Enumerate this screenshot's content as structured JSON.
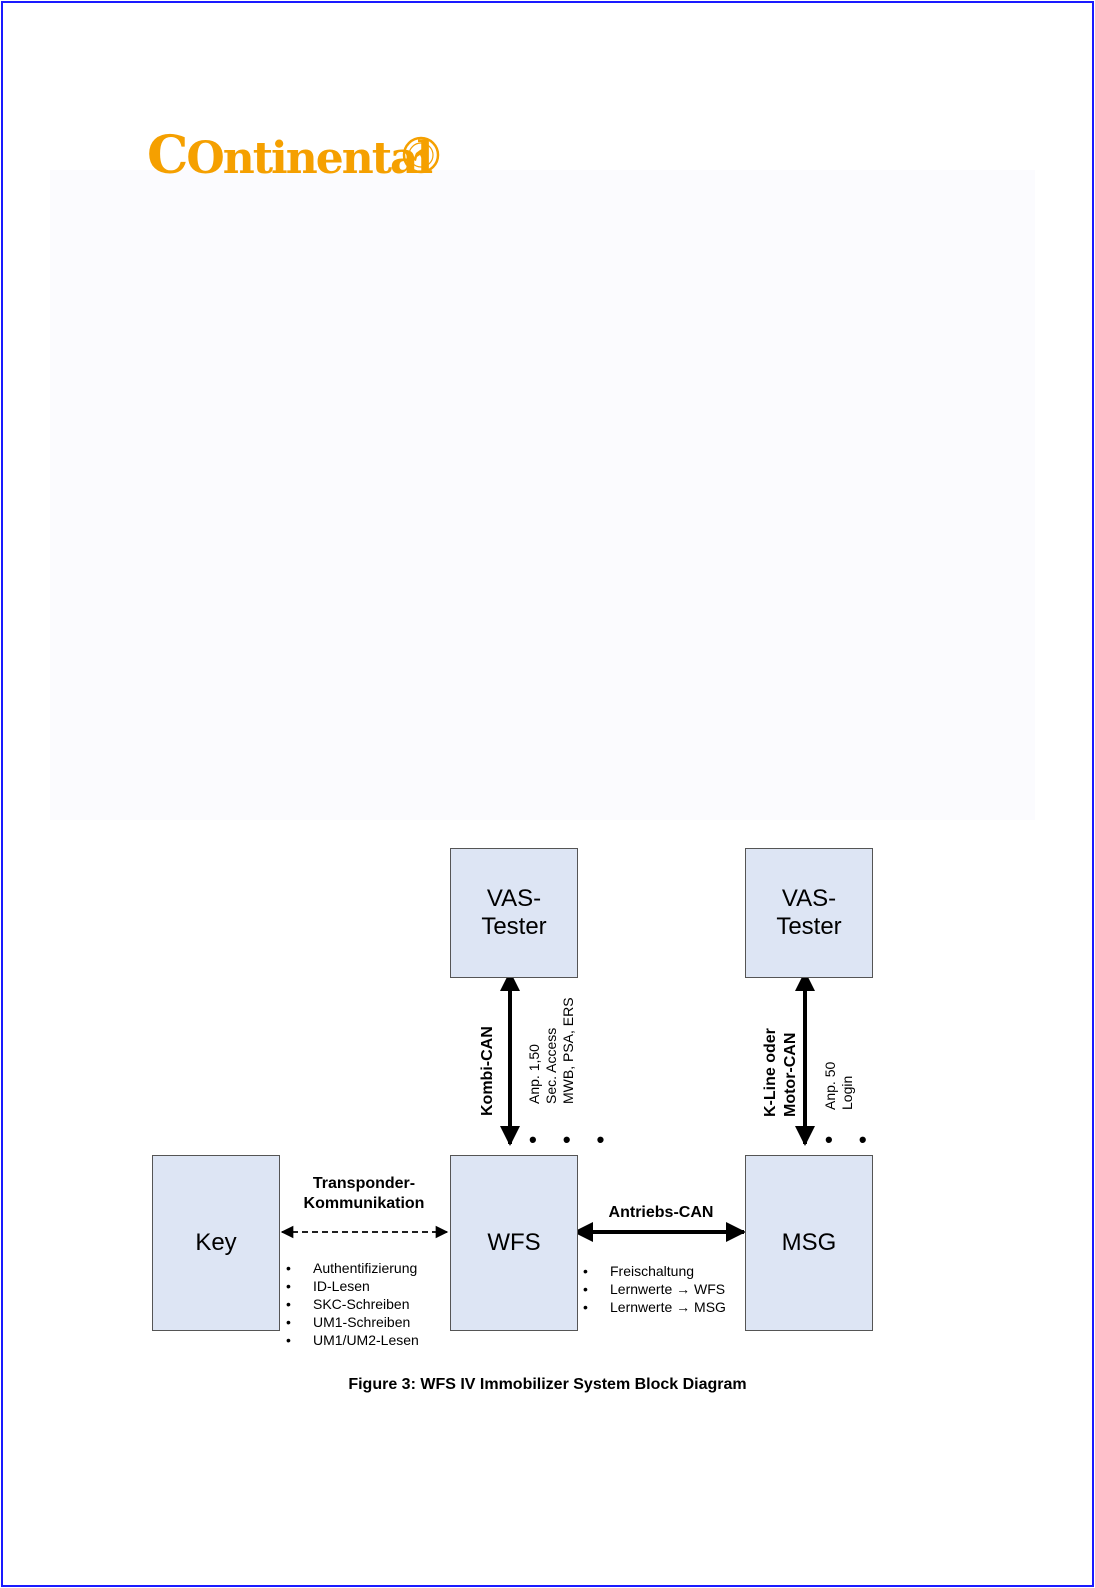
{
  "logo": {
    "text": "Ontinental",
    "initial": "C",
    "emblem": "horse-emblem-icon"
  },
  "diagram": {
    "boxes": {
      "vas_tester_1": {
        "line1": "VAS-",
        "line2": "Tester"
      },
      "vas_tester_2": {
        "line1": "VAS-",
        "line2": "Tester"
      },
      "key": "Key",
      "wfs": "WFS",
      "msg": "MSG"
    },
    "links": {
      "kombi_can": "Kombi-CAN",
      "kombi_notes": [
        "Anp. 1,50",
        "Sec. Access",
        "MWB, PSA, ERS"
      ],
      "kline": [
        "K-Line oder",
        "Motor-CAN"
      ],
      "kline_notes": [
        "Anp. 50",
        "Login"
      ],
      "transponder": [
        "Transponder-",
        "Kommunikation"
      ],
      "antriebs": "Antriebs-CAN",
      "continuation": "• • •",
      "continuation_short": "• •"
    },
    "key_functions": [
      "Authentifizierung",
      "ID-Lesen",
      "SKC-Schreiben",
      "UM1-Schreiben",
      "UM1/UM2-Lesen"
    ],
    "msg_functions": [
      "Freischaltung",
      "Lernwerte → WFS",
      "Lernwerte → MSG"
    ]
  },
  "caption": "Figure 3: WFS IV Immobilizer System Block Diagram",
  "colors": {
    "box_fill": "#dde5f4",
    "logo": "#f5a000",
    "border": "#1a1aff"
  }
}
